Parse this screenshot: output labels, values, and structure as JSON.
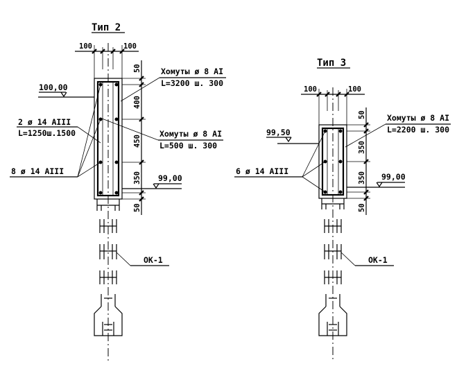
{
  "type2": {
    "title": "Тип 2",
    "top_dims": [
      "100",
      "100"
    ],
    "side_dims": [
      "50",
      "400",
      "450",
      "350",
      "50"
    ],
    "level_top": "100,00",
    "level_bottom": "99,00",
    "stirrups_a": {
      "line1": "Хомуты ø 8 АI",
      "line2": "L=3200 ш. 300"
    },
    "stirrups_b": {
      "line1": "Хомуты ø 8 АI",
      "line2": "L=500 ш. 300"
    },
    "bars_a": {
      "line1": "2 ø 14 АIII",
      "line2": "L=1250ш.1500"
    },
    "bars_b": "8 ø 14 АIII",
    "pile": "ОК-1"
  },
  "type3": {
    "title": "Тип 3",
    "top_dims": [
      "100",
      "100"
    ],
    "side_dims": [
      "50",
      "350",
      "350",
      "50"
    ],
    "level_top": "99,50",
    "level_bottom": "99,00",
    "stirrups": {
      "line1": "Хомуты ø 8 АI",
      "line2": "L=2200 ш. 300"
    },
    "bars": "6 ø 14 АIII",
    "pile": "ОК-1"
  }
}
